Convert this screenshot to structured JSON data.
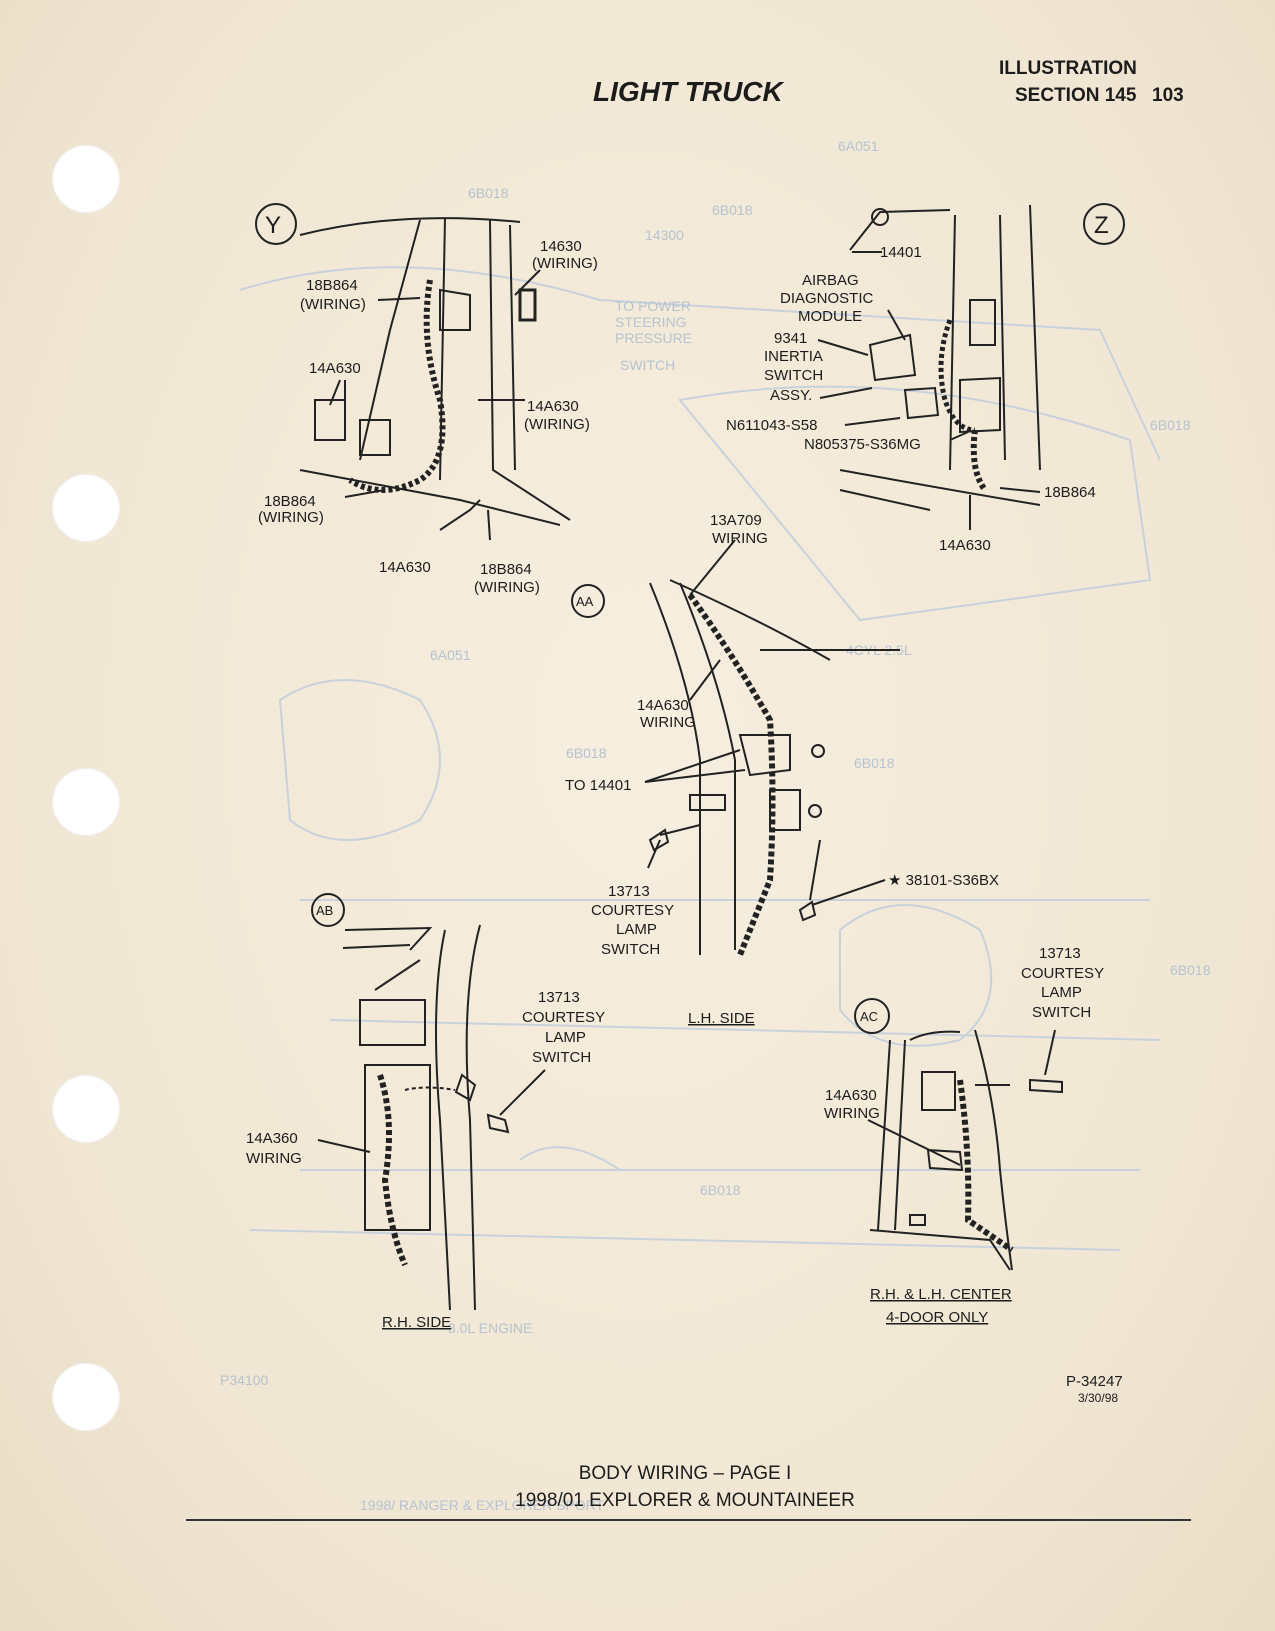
{
  "header": {
    "title": "LIGHT TRUCK",
    "illustration": "ILLUSTRATION",
    "section": "SECTION 145",
    "page_number": "103"
  },
  "views": {
    "y": {
      "marker": "Y",
      "labels": {
        "l1": "14630",
        "l1b": "(WIRING)",
        "l2": "18B864",
        "l2b": "(WIRING)",
        "l3": "14A630",
        "l4": "14A630",
        "l4b": "(WIRING)",
        "l5": "18B864",
        "l5b": "(WIRING)",
        "l6": "14A630",
        "l7": "18B864",
        "l7b": "(WIRING)"
      }
    },
    "z": {
      "marker": "Z",
      "labels": {
        "l1": "14401",
        "l2a": "AIRBAG",
        "l2b": "DIAGNOSTIC",
        "l2c": "MODULE",
        "l3a": "9341",
        "l3b": "INERTIA",
        "l3c": "SWITCH",
        "l3d": "ASSY.",
        "l4": "N611043-S58",
        "l5": "N805375-S36MG",
        "l6": "18B864",
        "l7": "14A630"
      }
    },
    "aa": {
      "marker": "AA",
      "labels": {
        "l1a": "13A709",
        "l1b": "WIRING",
        "l2a": "14A630",
        "l2b": "WIRING",
        "l3": "TO 14401",
        "l4a": "13713",
        "l4b": "COURTESY",
        "l4c": "LAMP",
        "l4d": "SWITCH",
        "l5": "★ 38101-S36BX",
        "caption": "L.H. SIDE"
      }
    },
    "ab": {
      "marker": "AB",
      "labels": {
        "l1a": "13713",
        "l1b": "COURTESY",
        "l1c": "LAMP",
        "l1d": "SWITCH",
        "l2a": "14A360",
        "l2b": "WIRING",
        "caption": "R.H. SIDE"
      }
    },
    "ac": {
      "marker": "AC",
      "labels": {
        "l1a": "13713",
        "l1b": "COURTESY",
        "l1c": "LAMP",
        "l1d": "SWITCH",
        "l2a": "14A630",
        "l2b": "WIRING",
        "caption1": "R.H. & L.H. CENTER",
        "caption2": "4-DOOR ONLY"
      }
    }
  },
  "bleed": {
    "t1": "6A051",
    "t2": "6B018",
    "t3": "14300",
    "t4": "TO POWER",
    "t5": "STEERING",
    "t6": "PRESSURE",
    "t7": "SWITCH",
    "t8": "4CYL 2.5L",
    "t9": "6A051",
    "t10": "6B018",
    "t11": "6B018",
    "t12": "3.0L ENGINE",
    "t13": "6B018",
    "t14": "1998/ RANGER & EXPLORER SPORT",
    "t15": "P34100"
  },
  "figure": {
    "number": "P-34247",
    "date": "3/30/98"
  },
  "footer": {
    "line1": "BODY WIRING – PAGE I",
    "line2": "1998/01 EXPLORER & MOUNTAINEER"
  }
}
